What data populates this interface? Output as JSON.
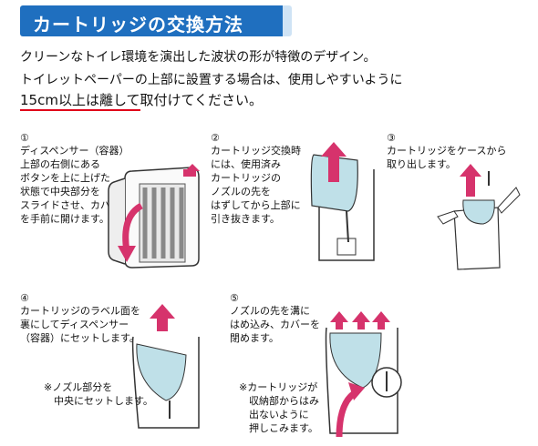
{
  "header": {
    "title": "カートリッジの交換方法"
  },
  "intro": {
    "line1": "クリーンなトイレ環境を演出した波状の形が特徴のデザイン。",
    "line2": "トイレットペーパーの上部に設置する場合は、使用しやすいように",
    "line3_underlined": "15cm以上は離して",
    "line3_rest": "取付けてください。"
  },
  "steps": [
    {
      "num": "①",
      "text": "ディスペンサー（容器）\n上部の右側にある\nボタンを上に上げた\n状態で中央部分を\nスライドさせ、カバー\nを手前に開けます。"
    },
    {
      "num": "②",
      "text": "カートリッジ交換時\nには、使用済み\nカートリッジの\nノズルの先を\nはずしてから上部に\n引き抜きます。"
    },
    {
      "num": "③",
      "text": "カートリッジをケースから\n取り出します。"
    },
    {
      "num": "④",
      "text": "カートリッジのラベル面を\n裏にしてディスペンサー\n（容器）にセットします。"
    },
    {
      "num": "⑤",
      "text": "ノズルの先を溝に\nはめ込み、カバーを\n閉めます。"
    }
  ],
  "notes": {
    "step4": "※ノズル部分を\n　中央にセットします。",
    "step5": "※カートリッジが\n　収納部からはみ\n　出ないように\n　押しこみます。"
  },
  "colors": {
    "title_bg": "#1f6fbf",
    "arrow": "#d6336c",
    "cartridge": "#bfe0e8",
    "underline": "#e0001a"
  }
}
